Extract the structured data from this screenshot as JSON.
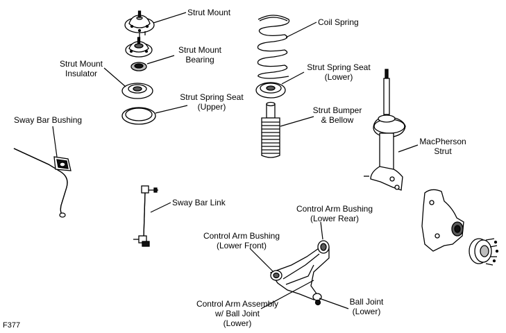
{
  "labels": {
    "strut_mount": "Strut Mount",
    "strut_mount_bearing": [
      "Strut Mount",
      "Bearing"
    ],
    "strut_mount_insulator": [
      "Strut Mount",
      "Insulator"
    ],
    "strut_spring_seat_upper": [
      "Strut Spring Seat",
      "(Upper)"
    ],
    "sway_bar_bushing": "Sway Bar Bushing",
    "coil_spring": "Coil Spring",
    "strut_spring_seat_lower": [
      "Strut Spring Seat",
      "(Lower)"
    ],
    "strut_bumper_bellow": [
      "Strut Bumper",
      "& Bellow"
    ],
    "macpherson_strut": [
      "MacPherson",
      "Strut"
    ],
    "sway_bar_link": "Sway Bar Link",
    "control_arm_bushing_lower_rear": [
      "Control Arm Bushing",
      "(Lower Rear)"
    ],
    "control_arm_bushing_lower_front": [
      "Control Arm Bushing",
      "(Lower Front)"
    ],
    "control_arm_assembly": [
      "Control Arm Assembly",
      "w/ Ball Joint",
      "(Lower)"
    ],
    "ball_joint": [
      "Ball Joint",
      "(Lower)"
    ]
  },
  "figure_code": "F377"
}
